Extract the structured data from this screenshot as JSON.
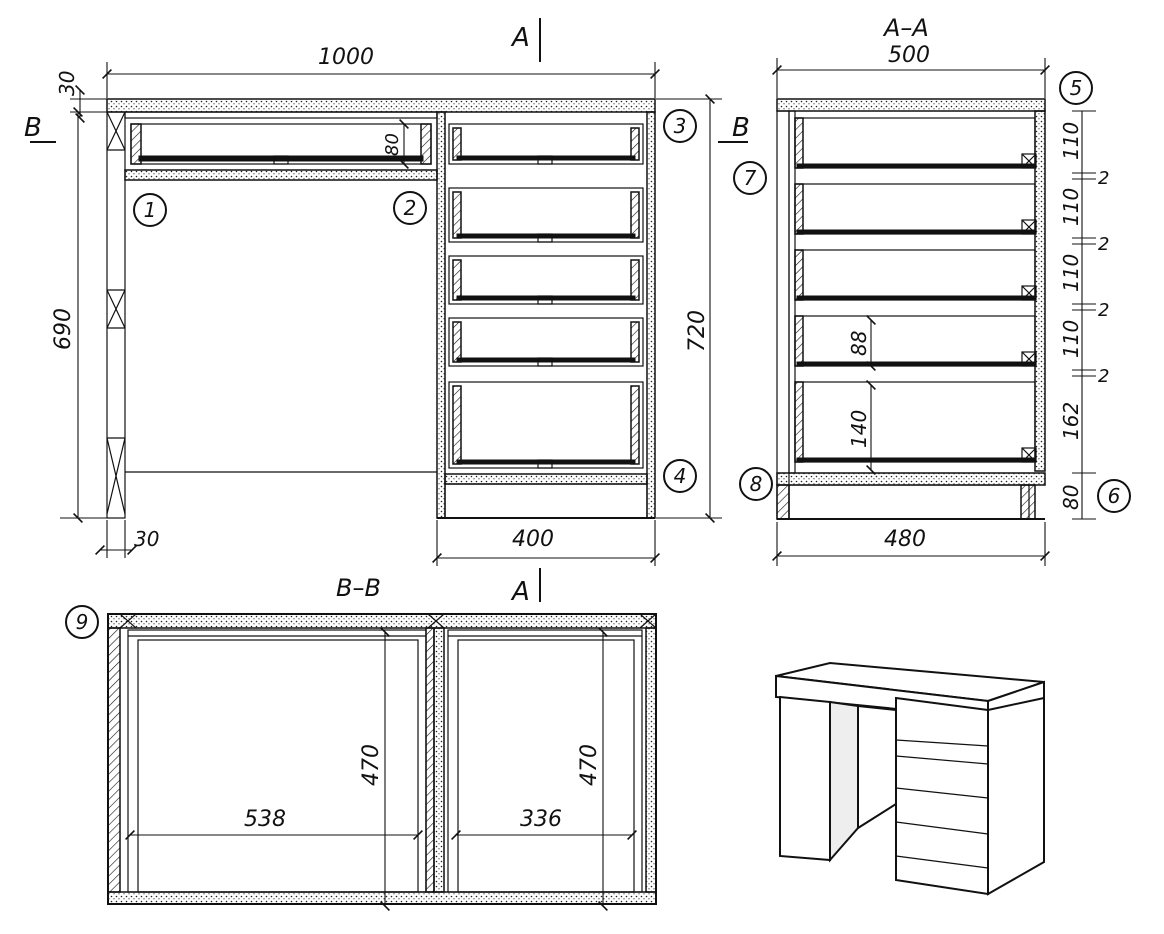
{
  "section_labels": {
    "a_top": "A",
    "a_bottom": "A",
    "b_left": "B",
    "b_right": "B",
    "section_aa": "A–A",
    "section_bb": "B–B"
  },
  "dimensions": {
    "front_width": "1000",
    "top_thickness": "30",
    "leg_height": "690",
    "leg_width": "30",
    "cabinet_height": "720",
    "cabinet_width": "400",
    "drawer_front_height": "80",
    "side_depth": "500",
    "side_base_depth": "480",
    "drawer_1": "110",
    "drawer_2": "110",
    "drawer_3": "110",
    "drawer_4": "110",
    "drawer_bottom": "162",
    "plinth": "80",
    "gap_1": "2",
    "gap_2": "2",
    "gap_3": "2",
    "gap_4": "2",
    "inner_88": "88",
    "inner_140": "140",
    "plan_depth_left": "470",
    "plan_depth_right": "470",
    "plan_width_left": "538",
    "plan_width_right": "336"
  },
  "callouts": [
    "1",
    "2",
    "3",
    "4",
    "5",
    "6",
    "7",
    "8",
    "9"
  ],
  "colors": {
    "ink": "#111111",
    "paper": "#ffffff"
  }
}
